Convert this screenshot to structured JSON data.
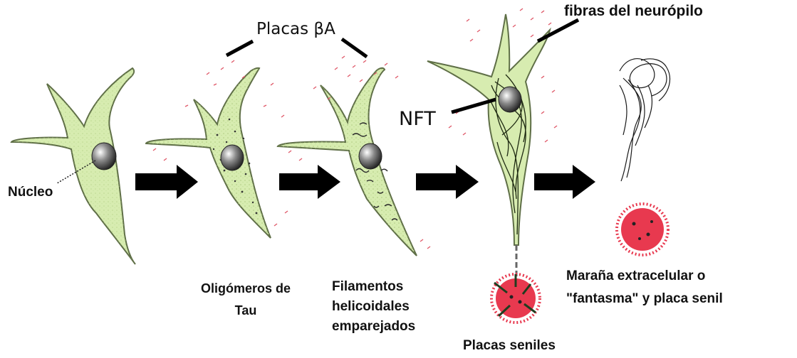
{
  "labels": {
    "nucleus": "Núcleo",
    "plaques_ba": "Placas βA",
    "neuropil_fibers": "fibras del neurópilo",
    "nft": "NFT",
    "tau_oligomers_line1": "Oligómeros de",
    "tau_oligomers_line2": "Tau",
    "phf_line1": "Filamentos",
    "phf_line2": "helicoidales",
    "phf_line3": "emparejados",
    "senile_plaques": "Placas seniles",
    "ghost_tangle_line1": "Maraña extracelular o",
    "ghost_tangle_line2": "\"fantasma\" y placa senil"
  },
  "colors": {
    "cytoplasm": "#d7ecb0",
    "outline": "#5f6f47",
    "plaque_red": "#e8394f",
    "amyloid_dots": "#e05a6a",
    "arrow": "#000000"
  },
  "stages": [
    {
      "name": "healthy-neuron"
    },
    {
      "name": "tau-oligomer-neuron"
    },
    {
      "name": "paired-helical-filament-neuron"
    },
    {
      "name": "nft-neuron"
    },
    {
      "name": "ghost-tangle"
    }
  ]
}
